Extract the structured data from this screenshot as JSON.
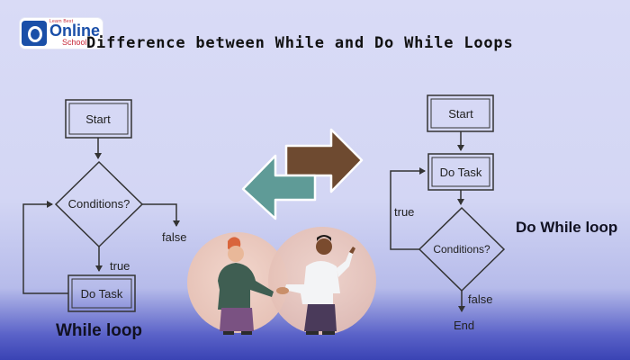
{
  "logo": {
    "small_text": "Learn Best",
    "brand_line1": "Online",
    "brand_line2": "School"
  },
  "title": "Difference between While and Do While Loops",
  "while_loop": {
    "caption": "While loop",
    "start_label": "Start",
    "condition_label": "Conditions?",
    "task_label": "Do Task",
    "true_label": "true",
    "false_label": "false"
  },
  "do_while_loop": {
    "caption": "Do While loop",
    "start_label": "Start",
    "task_label": "Do Task",
    "condition_label": "Conditions?",
    "true_label": "true",
    "false_label": "false",
    "end_label": "End"
  },
  "colors": {
    "arrow_brown": "#6e4a30",
    "arrow_teal": "#5f9b97",
    "box_stroke": "#333333"
  }
}
